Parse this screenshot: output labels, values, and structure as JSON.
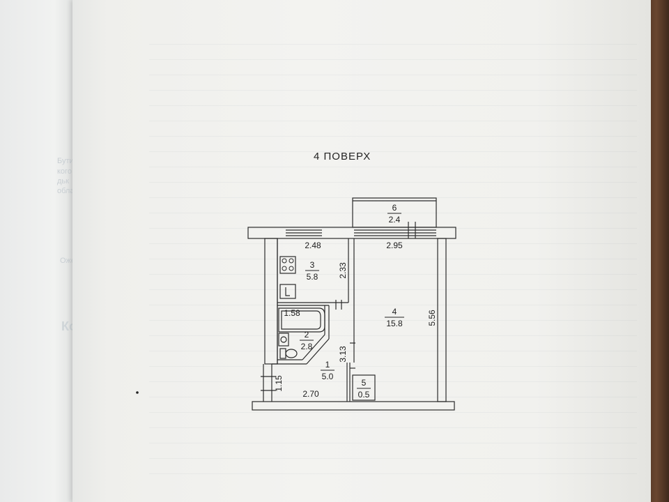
{
  "floor": {
    "title": "4 ПОВЕРХ"
  },
  "rooms": [
    {
      "id": "1",
      "number": "1",
      "area": "5.0"
    },
    {
      "id": "2",
      "number": "2",
      "area": "2.8"
    },
    {
      "id": "3",
      "number": "3",
      "area": "5.8"
    },
    {
      "id": "4",
      "number": "4",
      "area": "15.8"
    },
    {
      "id": "5",
      "number": "5",
      "area": "0.5"
    },
    {
      "id": "6",
      "number": "6",
      "area": "2.4"
    }
  ],
  "dimensions": {
    "kitchen_width": "2.48",
    "room_width": "2.95",
    "kitchen_depth": "2.33",
    "bath_width": "1.58",
    "room_depth": "5.56",
    "hall_depth": "3.13",
    "hall_width": "2.70",
    "entry_depth": "1.15"
  }
}
